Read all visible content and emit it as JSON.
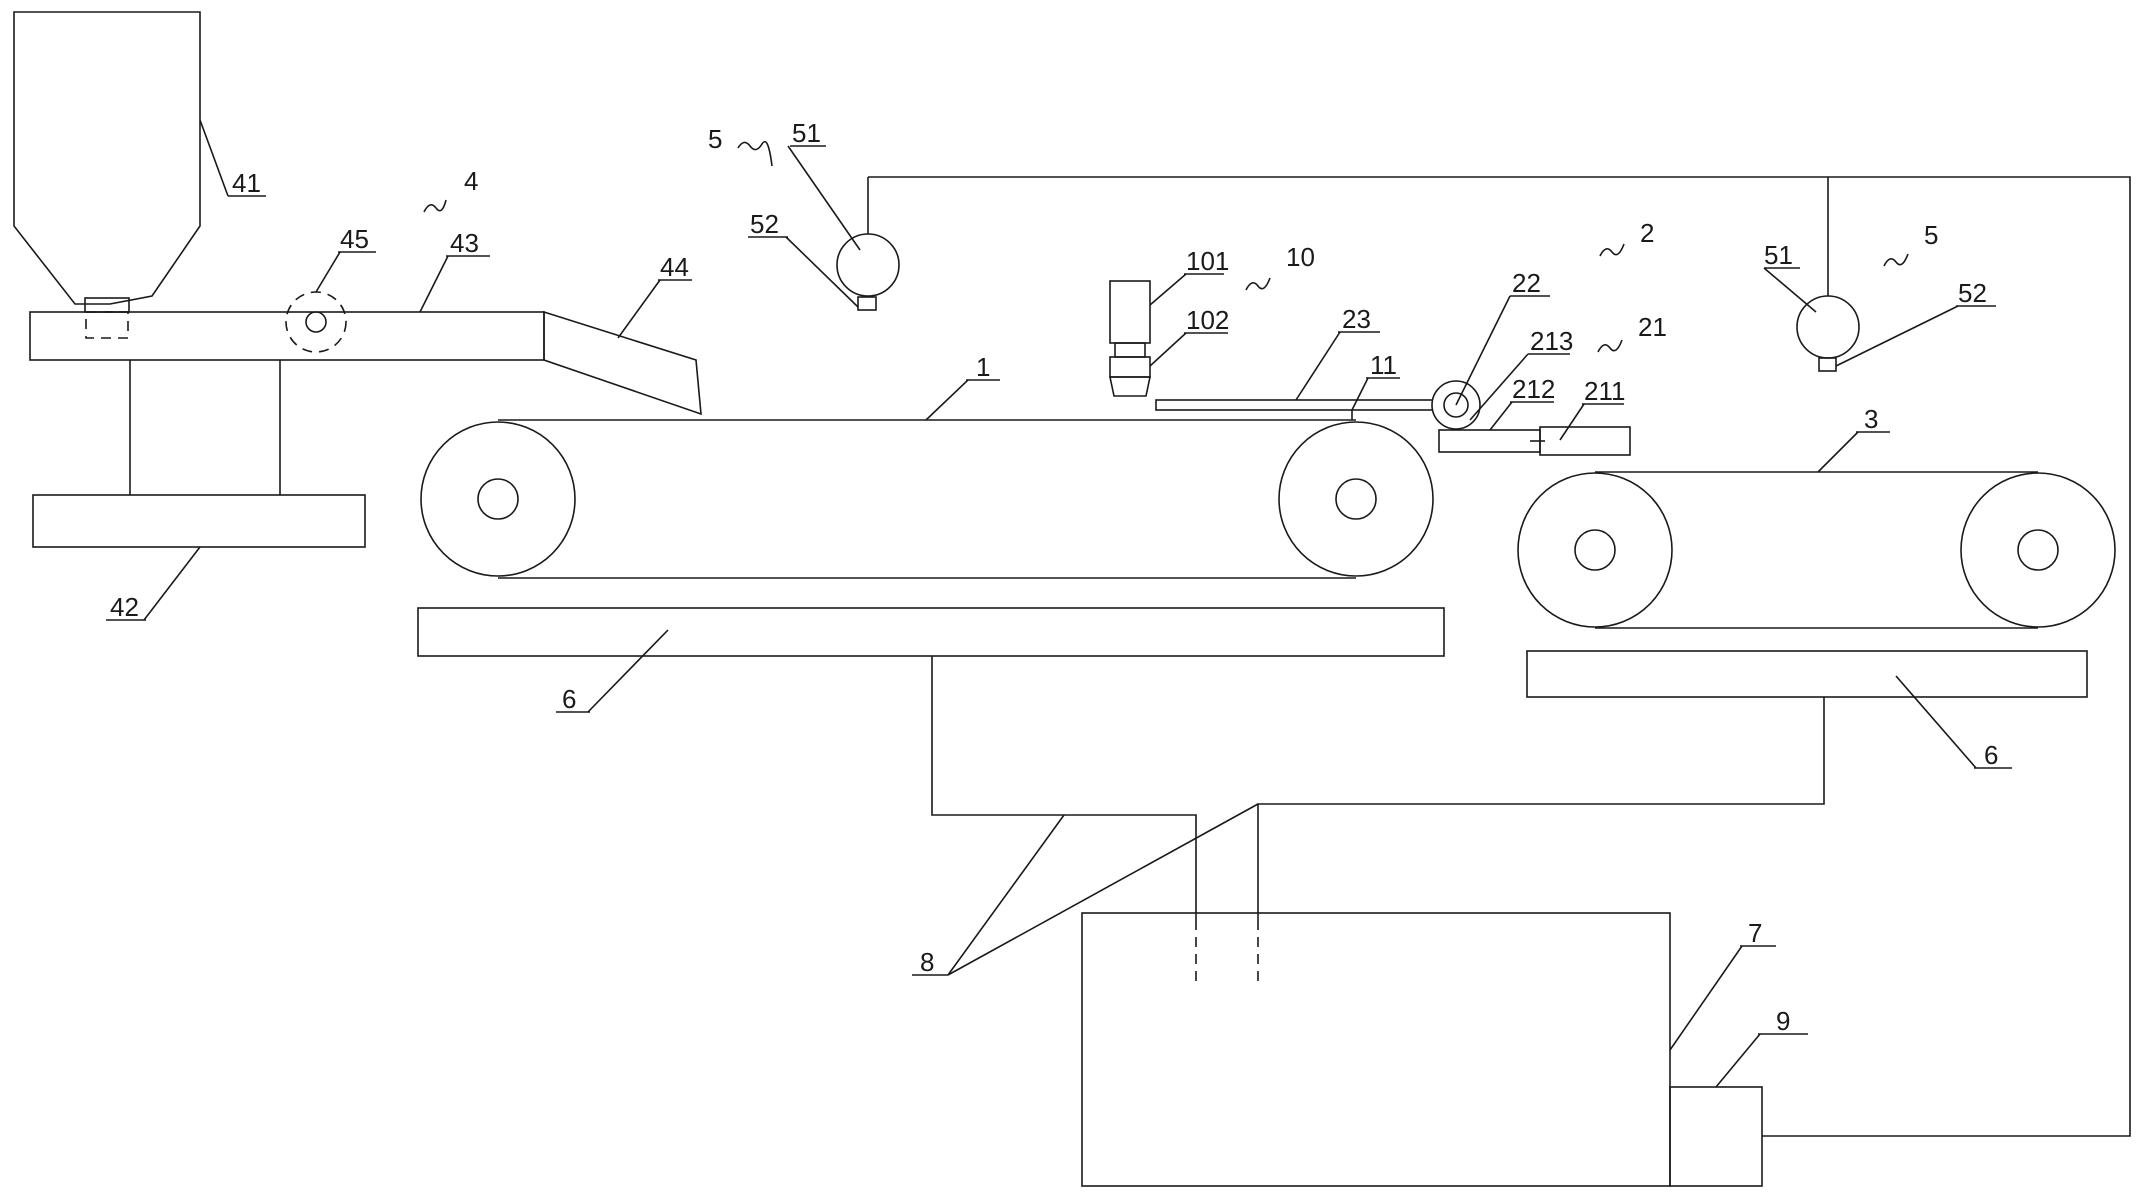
{
  "labels": {
    "l1": "1",
    "l2": "2",
    "l3": "3",
    "l4": "4",
    "l5a": "5",
    "l5b": "5",
    "l6a": "6",
    "l6b": "6",
    "l7": "7",
    "l8": "8",
    "l9": "9",
    "l10": "10",
    "l11": "11",
    "l21": "21",
    "l22": "22",
    "l23": "23",
    "l41": "41",
    "l42": "42",
    "l43": "43",
    "l44": "44",
    "l45": "45",
    "l51a": "51",
    "l51b": "51",
    "l52a": "52",
    "l52b": "52",
    "l101": "101",
    "l102": "102",
    "l211": "211",
    "l212": "212",
    "l213": "213"
  }
}
